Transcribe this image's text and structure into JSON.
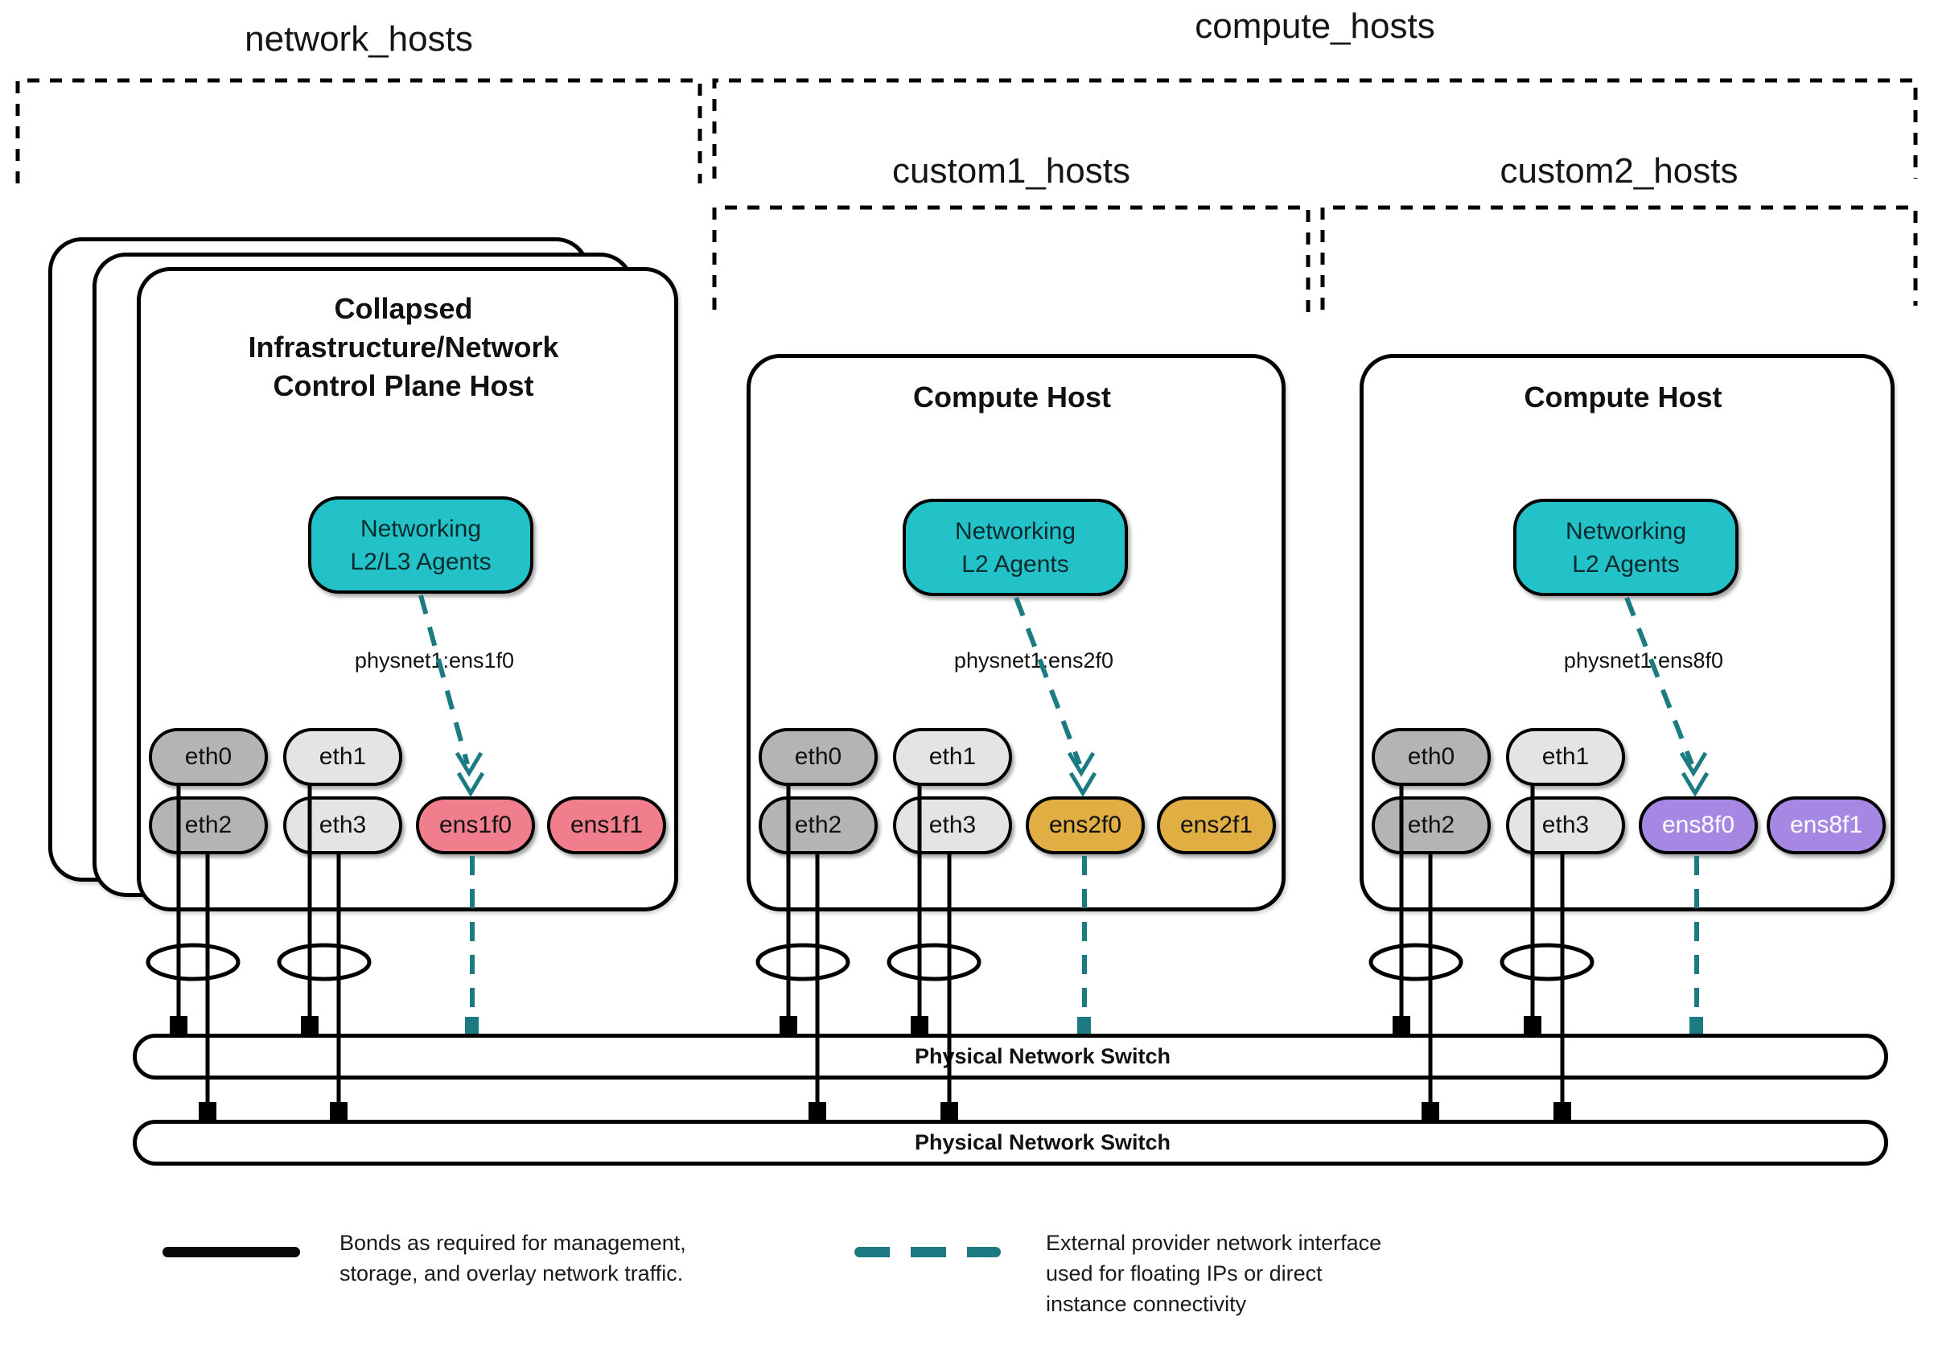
{
  "groups": {
    "network_hosts": "network_hosts",
    "compute_hosts": "compute_hosts",
    "custom1_hosts": "custom1_hosts",
    "custom2_hosts": "custom2_hosts"
  },
  "hosts": [
    {
      "title_line1": "Collapsed",
      "title_line2": "Infrastructure/Network",
      "title_line3": "Control Plane Host",
      "agent_line1": "Networking",
      "agent_line2": "L2/L3 Agents",
      "physnet": "physnet1:ens1f0",
      "nics": {
        "eth0": "eth0",
        "eth1": "eth1",
        "eth2": "eth2",
        "eth3": "eth3",
        "ext0": "ens1f0",
        "ext1": "ens1f1"
      }
    },
    {
      "title": "Compute Host",
      "agent_line1": "Networking",
      "agent_line2": "L2 Agents",
      "physnet": "physnet1:ens2f0",
      "nics": {
        "eth0": "eth0",
        "eth1": "eth1",
        "eth2": "eth2",
        "eth3": "eth3",
        "ext0": "ens2f0",
        "ext1": "ens2f1"
      }
    },
    {
      "title": "Compute Host",
      "agent_line1": "Networking",
      "agent_line2": "L2 Agents",
      "physnet": "physnet1:ens8f0",
      "nics": {
        "eth0": "eth0",
        "eth1": "eth1",
        "eth2": "eth2",
        "eth3": "eth3",
        "ext0": "ens8f0",
        "ext1": "ens8f1"
      }
    }
  ],
  "switches": [
    {
      "label": "Physical Network Switch"
    },
    {
      "label": "Physical Network Switch"
    }
  ],
  "legend": {
    "bond_line1": "Bonds as required for management,",
    "bond_line2": "storage, and overlay network traffic.",
    "ext_line1": "External provider network interface",
    "ext_line2": "used for floating IPs or direct",
    "ext_line3": "instance connectivity"
  },
  "colors": {
    "teal_fill": "#23c2c8",
    "teal_line": "#1b7a82",
    "pink": "#f17e8d",
    "gold": "#e0ae42",
    "purple": "#a687e4",
    "gray_dark": "#b4b4b4",
    "gray_light": "#e4e4e4"
  }
}
